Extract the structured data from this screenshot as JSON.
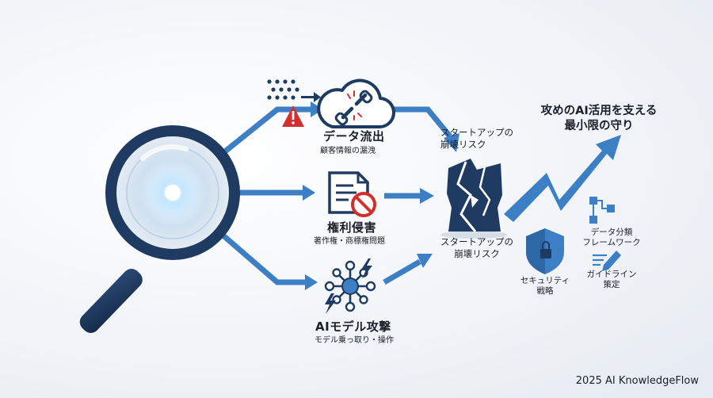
{
  "threats": [
    {
      "title": "データ流出",
      "subtitle": "顧客情報の漏洩"
    },
    {
      "title": "権利侵害",
      "subtitle": "著作権・商標権問題"
    },
    {
      "title": "AIモデル攻撃",
      "subtitle": "モデル乗っ取り・操作"
    }
  ],
  "risk": {
    "top": [
      "スタートアップの",
      "崩壊リスク"
    ],
    "bottom": [
      "スタートアップの",
      "崩壊リスク"
    ]
  },
  "goal": [
    "攻めのAI活用を支える",
    "最小限の守り"
  ],
  "solutions": [
    {
      "lines": [
        "データ分類",
        "フレームワーク"
      ],
      "icon": "flowchart-icon"
    },
    {
      "lines": [
        "セキュリティ",
        "戦略"
      ],
      "icon": "shield-lock-icon"
    },
    {
      "lines": [
        "ガイドライン",
        "策定"
      ],
      "icon": "pencil-document-icon"
    }
  ],
  "footer": "2025 AI KnowledgeFlow",
  "colors": {
    "navy": "#1f3b61",
    "accent": "#3c7fc4",
    "alert": "#d32f2f"
  }
}
